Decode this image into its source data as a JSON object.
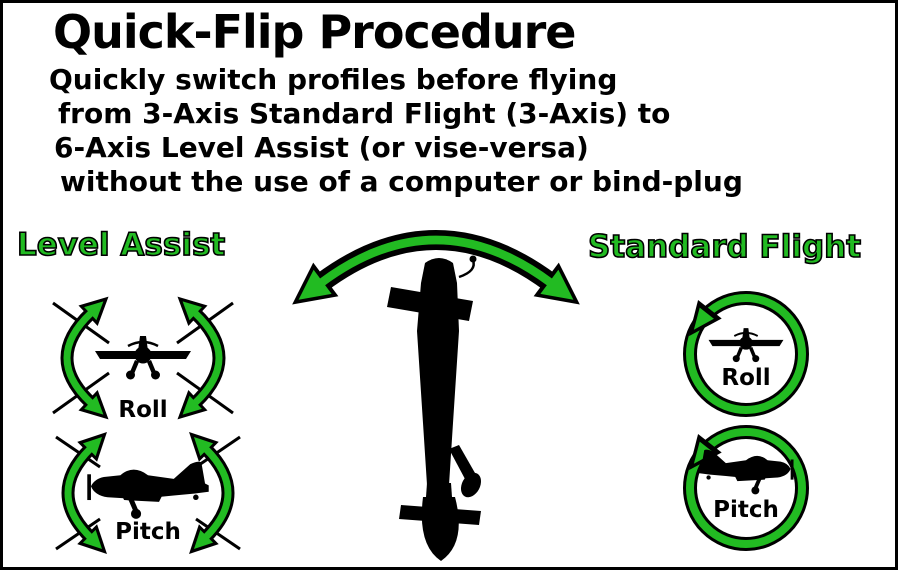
{
  "title": "Quick-Flip Procedure",
  "description": {
    "lines": [
      "Quickly switch profiles before flying",
      "from 3-Axis Standard Flight (3-Axis) to",
      "6-Axis Level Assist (or vise-versa)",
      "without the use of a computer or bind-plug"
    ]
  },
  "level_assist": {
    "heading": "Level Assist",
    "roll_label": "Roll",
    "pitch_label": "Pitch"
  },
  "standard_flight": {
    "heading": "Standard Flight",
    "roll_label": "Roll",
    "pitch_label": "Pitch"
  },
  "icons": {
    "swap_arrow": "double-curved-swap-arrow",
    "center_plane": "vertical-aerobatic-plane-silhouette",
    "front_plane": "airplane-front-view",
    "side_plane": "airplane-side-view",
    "roll_circle": "circular-rotation-arrow",
    "roll_arcs": "curved-rotation-arrows"
  },
  "colors": {
    "accent_green": "#22BB22",
    "ink": "#000000",
    "background": "#FFFFFF"
  }
}
